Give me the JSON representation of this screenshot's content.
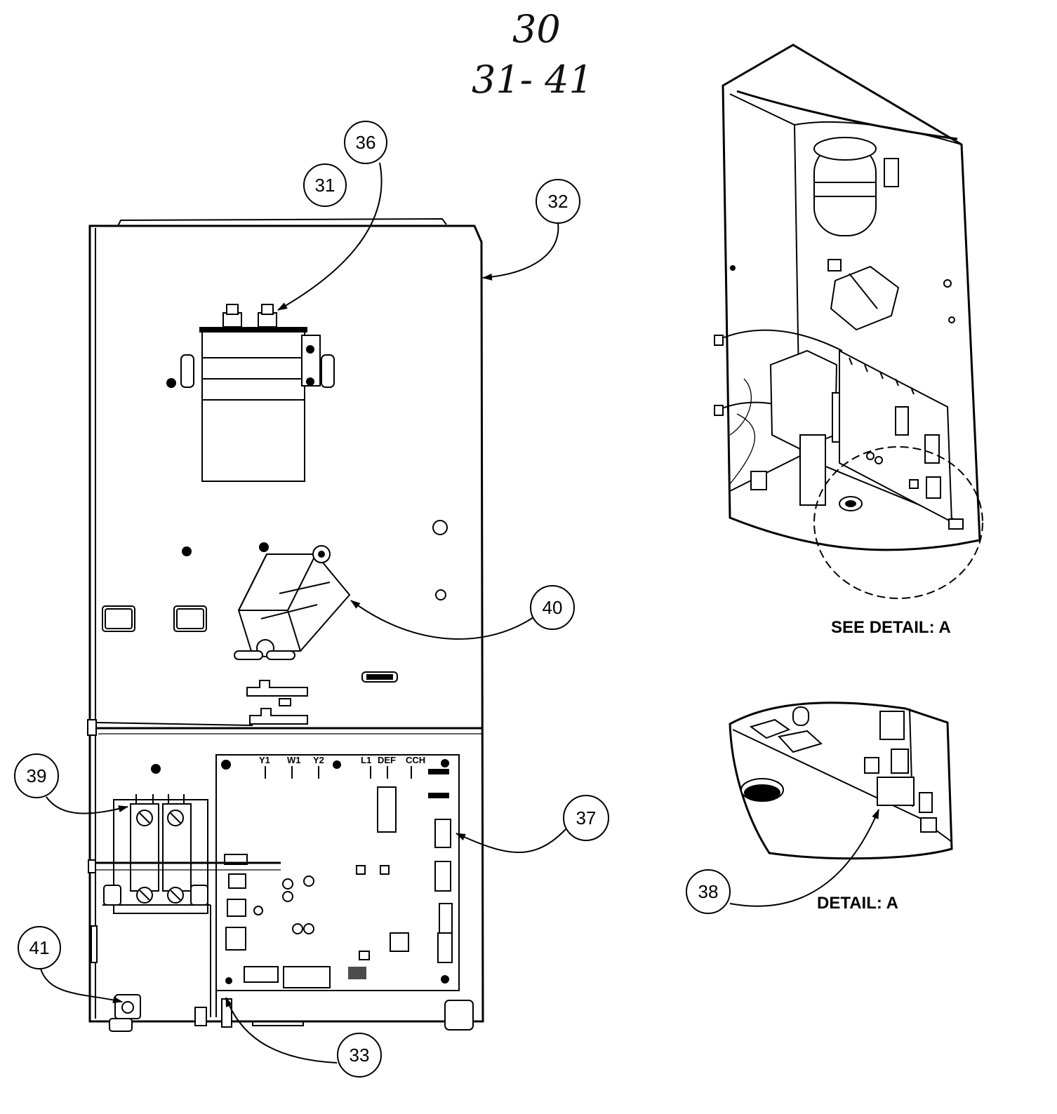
{
  "header": {
    "line1": "30",
    "line2": "31- 41"
  },
  "callouts": [
    "31",
    "32",
    "33",
    "36",
    "37",
    "38",
    "39",
    "40",
    "41"
  ],
  "captions": {
    "see_detail": "SEE DETAIL: A",
    "detail": "DETAIL: A"
  },
  "board_labels": [
    "Y1",
    "W1",
    "Y2",
    "L1",
    "DEF",
    "CCH"
  ]
}
